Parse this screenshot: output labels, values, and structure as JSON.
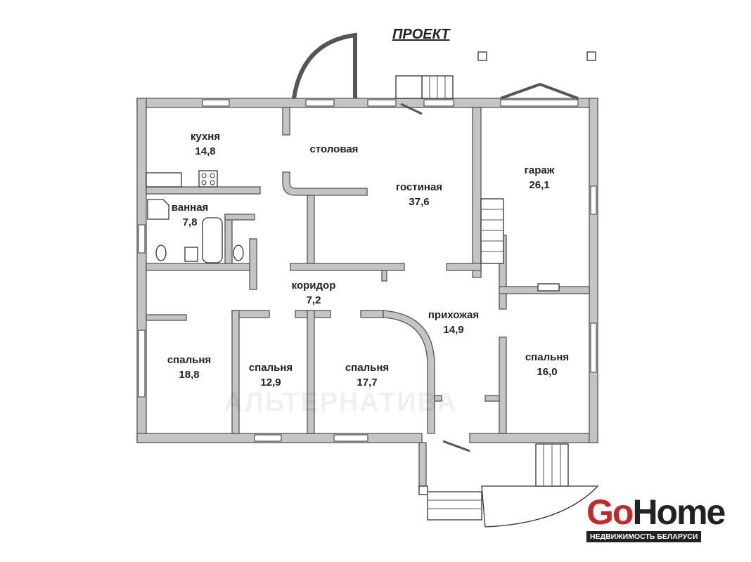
{
  "title": "ПРОЕКТ",
  "rooms": [
    {
      "name": "кухня",
      "area": "14,8"
    },
    {
      "name": "столовая",
      "area": ""
    },
    {
      "name": "гостиная",
      "area": "37,6"
    },
    {
      "name": "гараж",
      "area": "26,1"
    },
    {
      "name": "ванная",
      "area": "7,8"
    },
    {
      "name": "коридор",
      "area": "7,2"
    },
    {
      "name": "прихожая",
      "area": "14,9"
    },
    {
      "name": "спальня",
      "area": "18,8"
    },
    {
      "name": "спальня",
      "area": "12,9"
    },
    {
      "name": "спальня",
      "area": "17,7"
    },
    {
      "name": "спальня",
      "area": "16,0"
    }
  ],
  "watermark": "АЛЬТЕРНАТИВА",
  "logo": {
    "go": "Go",
    "home": "Home",
    "tagline": "НЕДВИЖИМОСТЬ БЕЛАРУСИ"
  },
  "colors": {
    "wall": "#c4c4c4",
    "logo_red": "#c62828",
    "logo_dark": "#222222"
  }
}
